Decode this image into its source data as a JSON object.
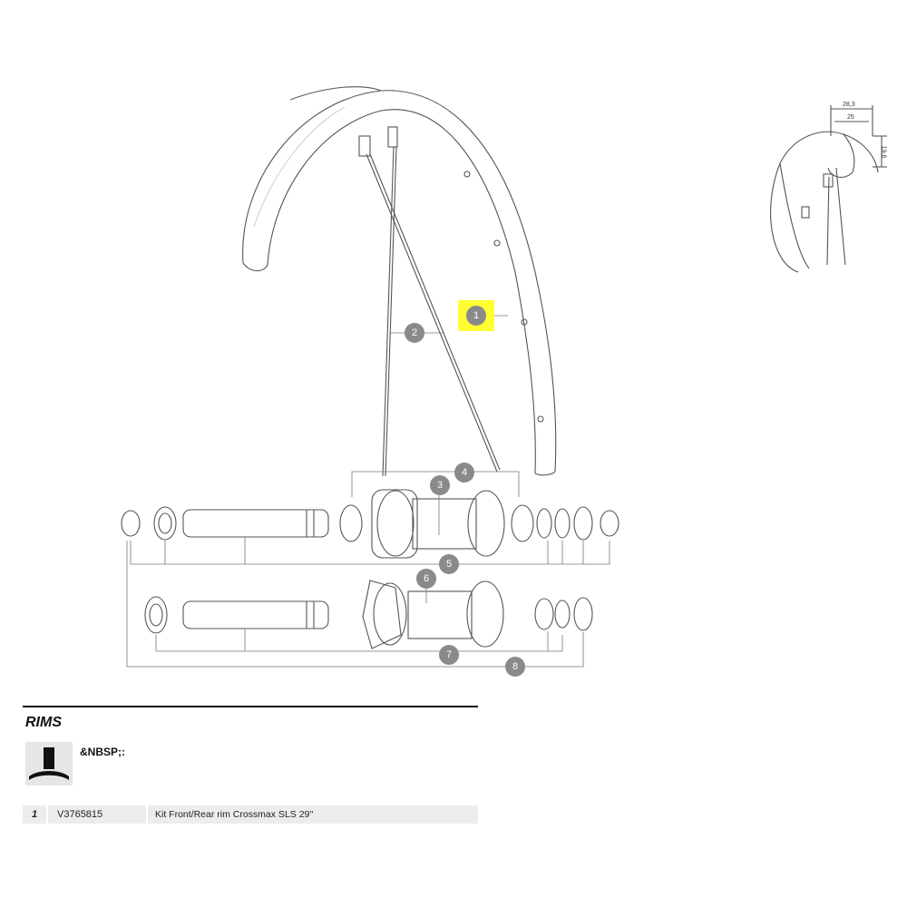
{
  "callouts": [
    "1",
    "2",
    "3",
    "4",
    "5",
    "6",
    "7",
    "8"
  ],
  "dimensions": {
    "outer_width": "28,3",
    "inner_width": "25",
    "height": "19,6"
  },
  "section": {
    "title": "RIMS"
  },
  "legend": {
    "valve_label": "&NBSP;:"
  },
  "parts": [
    {
      "num": "1",
      "ref": "V3765815",
      "desc": "Kit Front/Rear rim Crossmax SLS 29''"
    }
  ],
  "colors": {
    "highlight": "#ffff33",
    "callout": "#8a8a8a",
    "line": "#555555"
  }
}
